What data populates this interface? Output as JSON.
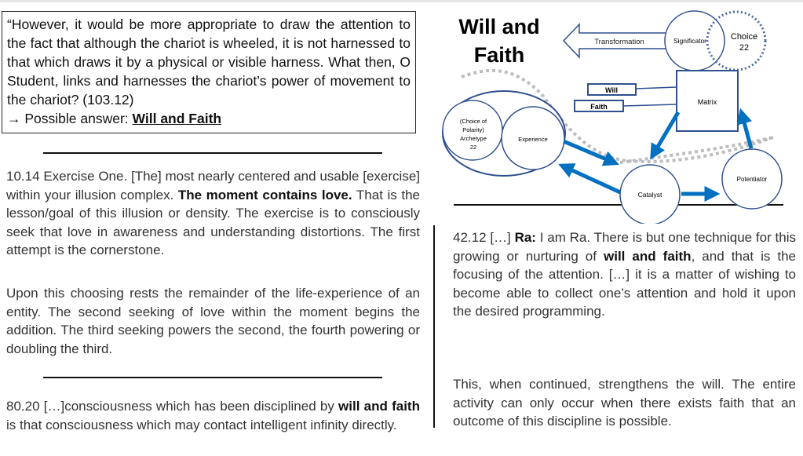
{
  "quote": {
    "text": "“However, it would be more appropriate to draw the attention to the fact that although the chariot is wheeled, it is not harnessed to that which draws it by a physical or visible harness. What then, O Student, links and harnesses the chariot’s power of movement to the chariot? (103.12)",
    "answer_prefix": "→ Possible answer: ",
    "answer": "Will and Faith"
  },
  "left": {
    "p1_a": "10.14 Exercise One. [The] most nearly centered and usable [exercise] within your illusion complex. ",
    "p1_b": "The moment contains love.",
    "p1_c": " That is the lesson/goal of this illusion or density. The exercise is to consciously seek that love in awareness and understanding distortions. The first attempt is the cornerstone.",
    "p2": "Upon this choosing rests the remainder of the life-experience of an entity. The second seeking of love within the moment begins the addition. The third seeking powers the second, the fourth powering or doubling the third.",
    "p3_a": "80.20 […]consciousness which has been disciplined by ",
    "p3_b": "will and faith",
    "p3_c": " is that consciousness which may contact intelligent infinity directly."
  },
  "right": {
    "p1_a": "42.12 […] ",
    "p1_b": "Ra:",
    "p1_c": " I am Ra. There is but one technique for this growing or nurturing of ",
    "p1_d": "will and faith",
    "p1_e": ", and that is the focusing of the attention. […] it is a matter of wishing to become able to collect one’s attention and hold it upon the desired programming.",
    "p2": "This, when continued, strengthens the will. The entire activity can only occur when there exists faith that an outcome of this discipline is possible."
  },
  "diagram": {
    "title": "Will and Faith",
    "transformation": "Transformation",
    "significator": "Significator",
    "choice": [
      "Choice",
      "22"
    ],
    "will": "Will",
    "faith": "Faith",
    "matrix": "Matrix",
    "archetype": [
      "(Choice of",
      "Polarity)",
      "Archetype",
      "22"
    ],
    "experience": "Experience",
    "catalyst": "Catalyst",
    "potentiator": "Potentiator",
    "colors": {
      "outline": "#2f4f8f",
      "arrow": "#0070c0",
      "dotted": "#bdbdbd"
    }
  }
}
